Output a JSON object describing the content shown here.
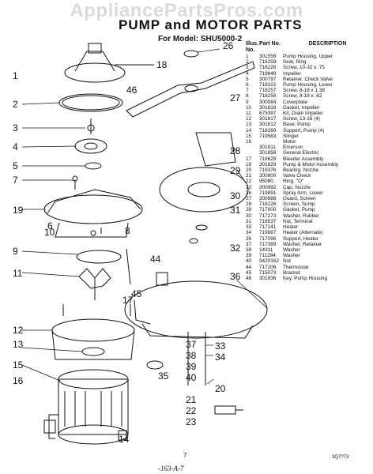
{
  "watermark": "AppliancePartsPros.com",
  "title": "PUMP and MOTOR PARTS",
  "model": "For Model: SHU5000-2",
  "headers": {
    "illus": "Illus. No.",
    "part": "Part No.",
    "desc": "DESCRIPTION"
  },
  "parts": [
    [
      "1",
      "301558",
      "Pump Housing, Upper"
    ],
    [
      "2",
      "718259",
      "Seal, Ring"
    ],
    [
      "3",
      "718226",
      "Screw, 10-32 x .75"
    ],
    [
      "4",
      "719949",
      "Impeller"
    ],
    [
      "5",
      "300797",
      "Retainer, Check Valve"
    ],
    [
      "6",
      "718222",
      "Pump Housing, Lower"
    ],
    [
      "7",
      "718257",
      "Screw, 8-18 x 1.38"
    ],
    [
      "8",
      "718258",
      "Screw, 8-18 x .62"
    ],
    [
      "9",
      "300084",
      "Coverplate"
    ],
    [
      "10",
      "301619",
      "Gasket, Impeller"
    ],
    [
      "11",
      "675397",
      "Kit, Drain Impeller"
    ],
    [
      "12",
      "301817",
      "Screw, 13-16 (4)"
    ],
    [
      "13",
      "301812",
      "Base, Pump"
    ],
    [
      "14",
      "718260",
      "Support, Pump (4)"
    ],
    [
      "15",
      "719583",
      "Slinger"
    ],
    [
      "16",
      "",
      "Motor"
    ],
    [
      "",
      "301811",
      "Emerson"
    ],
    [
      "",
      "301858",
      "General Electric"
    ],
    [
      "17",
      "718629",
      "Bleeder Assembly"
    ],
    [
      "18",
      "301829",
      "Pump & Motor Assembly"
    ],
    [
      "20",
      "719376",
      "Bearing, Nozzle"
    ],
    [
      "21",
      "300800",
      "Valve Check"
    ],
    [
      "22",
      "95080",
      "Ring, \"O\""
    ],
    [
      "23",
      "300992",
      "Cap, Nozzle"
    ],
    [
      "26",
      "719891",
      "Spray Arm, Lower"
    ],
    [
      "27",
      "300988",
      "Guard, Screen"
    ],
    [
      "28",
      "718226",
      "Screen, Sump"
    ],
    [
      "29",
      "717000",
      "Gasket, Pump"
    ],
    [
      "30",
      "717273",
      "Washer, Rubber"
    ],
    [
      "31",
      "718537",
      "Nut, Terminal"
    ],
    [
      "33",
      "717141",
      "Heater"
    ],
    [
      "34",
      "719887",
      "Heater (Alternate)"
    ],
    [
      "36",
      "717096",
      "Support, Heater"
    ],
    [
      "37",
      "717389",
      "Washer, Retainer"
    ],
    [
      "38",
      "14311",
      "Washer"
    ],
    [
      "39",
      "711284",
      "Washer"
    ],
    [
      "40",
      "9420162",
      "Nut"
    ],
    [
      "44",
      "717206",
      "Thermostat"
    ],
    [
      "45",
      "715073",
      "Bracket"
    ],
    [
      "46",
      "301936",
      "Key, Pump Housing"
    ]
  ],
  "callouts": [
    "26",
    "18",
    "1",
    "46",
    "27",
    "2",
    "3",
    "4",
    "5",
    "28",
    "7",
    "19",
    "29",
    "30",
    "31",
    "6",
    "8",
    "10",
    "32",
    "9",
    "44",
    "11",
    "17",
    "45",
    "36",
    "12",
    "13",
    "15",
    "14",
    "16",
    "35",
    "37",
    "38",
    "39",
    "40",
    "22",
    "23",
    "21",
    "33",
    "34",
    "20"
  ],
  "footer": {
    "page": "7",
    "code": "3Q7?73",
    "sig": "-163-A-7"
  }
}
